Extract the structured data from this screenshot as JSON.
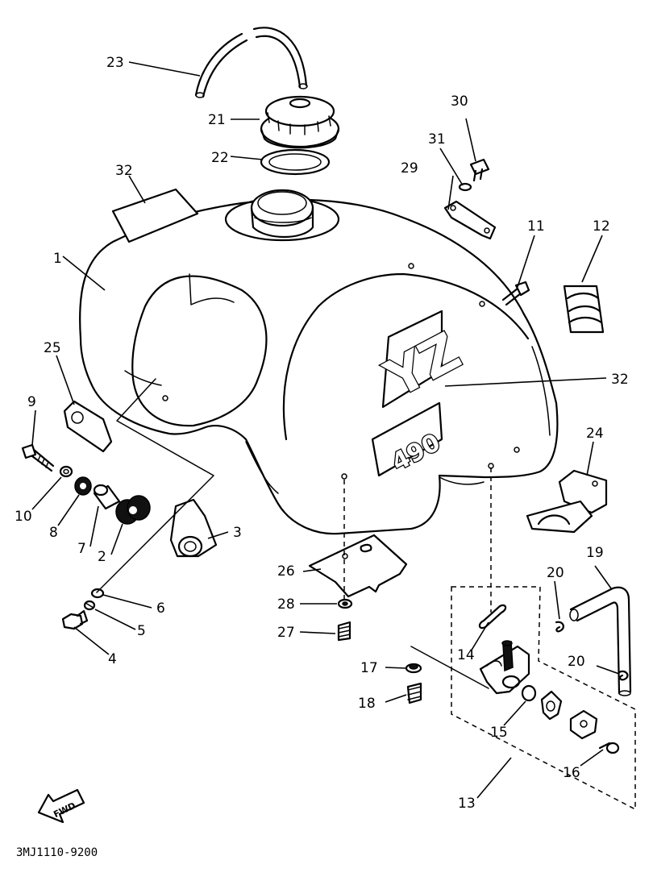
{
  "diagram": {
    "parts": [
      {
        "id": "callout-1",
        "label": "1"
      },
      {
        "id": "callout-2",
        "label": "2"
      },
      {
        "id": "callout-3",
        "label": "3"
      },
      {
        "id": "callout-4",
        "label": "4"
      },
      {
        "id": "callout-5",
        "label": "5"
      },
      {
        "id": "callout-6",
        "label": "6"
      },
      {
        "id": "callout-7",
        "label": "7"
      },
      {
        "id": "callout-8",
        "label": "8"
      },
      {
        "id": "callout-9",
        "label": "9"
      },
      {
        "id": "callout-10",
        "label": "10"
      },
      {
        "id": "callout-11",
        "label": "11"
      },
      {
        "id": "callout-12",
        "label": "12"
      },
      {
        "id": "callout-13",
        "label": "13"
      },
      {
        "id": "callout-14",
        "label": "14"
      },
      {
        "id": "callout-15",
        "label": "15"
      },
      {
        "id": "callout-16",
        "label": "16"
      },
      {
        "id": "callout-17",
        "label": "17"
      },
      {
        "id": "callout-18",
        "label": "18"
      },
      {
        "id": "callout-19",
        "label": "19"
      },
      {
        "id": "callout-20a",
        "label": "20"
      },
      {
        "id": "callout-20b",
        "label": "20"
      },
      {
        "id": "callout-21",
        "label": "21"
      },
      {
        "id": "callout-22",
        "label": "22"
      },
      {
        "id": "callout-23",
        "label": "23"
      },
      {
        "id": "callout-24",
        "label": "24"
      },
      {
        "id": "callout-25",
        "label": "25"
      },
      {
        "id": "callout-26",
        "label": "26"
      },
      {
        "id": "callout-27",
        "label": "27"
      },
      {
        "id": "callout-28",
        "label": "28"
      },
      {
        "id": "callout-29",
        "label": "29"
      },
      {
        "id": "callout-30",
        "label": "30"
      },
      {
        "id": "callout-31",
        "label": "31"
      },
      {
        "id": "callout-32a",
        "label": "32"
      },
      {
        "id": "callout-32b",
        "label": "32"
      }
    ],
    "direction_marker": "FWD",
    "drawing_code": "3MJ1110-9200",
    "tank_logo": {
      "letters": "YZ",
      "model": "490"
    }
  }
}
